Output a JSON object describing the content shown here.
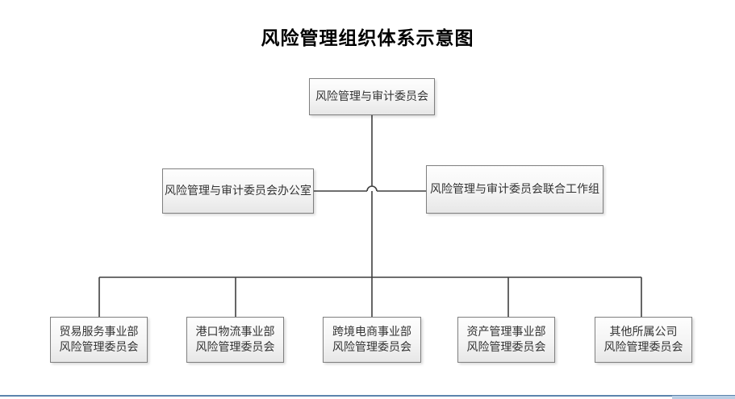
{
  "title": "风险管理组织体系示意图",
  "nodes": {
    "root": {
      "label": "风险管理与审计委员会"
    },
    "level2": [
      {
        "label": "风险管理与审计委员会办公室"
      },
      {
        "label": "风险管理与审计委员会联合工作组"
      }
    ],
    "level3": [
      {
        "line1": "贸易服务事业部",
        "line2": "风险管理委员会"
      },
      {
        "line1": "港口物流事业部",
        "line2": "风险管理委员会"
      },
      {
        "line1": "跨境电商事业部",
        "line2": "风险管理委员会"
      },
      {
        "line1": "资产管理事业部",
        "line2": "风险管理委员会"
      },
      {
        "line1": "其他所属公司",
        "line2": "风险管理委员会"
      }
    ]
  },
  "colors": {
    "connector_line": "#3f3f3f",
    "node_border": "#7f7f7f",
    "node_fill_top": "#fefefe",
    "node_fill_bottom": "#e7e7e7",
    "node_text": "#333333",
    "title_text": "#000000",
    "bottom_line_blue": "#5b84ad",
    "bottom_segment_blue": "#b9cee4"
  }
}
